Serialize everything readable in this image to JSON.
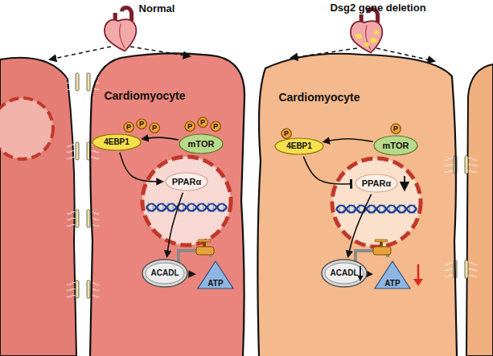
{
  "diagram": {
    "nodes": [
      {
        "text": [
          "Cardiomyocyte"
        ]
      },
      {
        "text": [
          "4EBP1"
        ],
        "in": 0
      },
      {
        "text": [
          "P"
        ],
        "in": 0
      },
      {
        "text": [
          "P"
        ],
        "in": 0
      },
      {
        "text": [
          "P"
        ],
        "in": 0
      },
      {
        "text": [
          "mTOR"
        ],
        "in": 0
      },
      {
        "text": [
          "P"
        ],
        "in": 0
      },
      {
        "text": [
          "P"
        ],
        "in": 0
      },
      {
        "text": [
          "P"
        ],
        "in": 0
      },
      {
        "text": [
          "PPARα"
        ],
        "in": 0
      },
      {
        "text": [
          "ACADL"
        ],
        "in": 0
      },
      {
        "text": [
          "ATP"
        ],
        "in": 0
      },
      {
        "text": [
          "Cardiomyocyte"
        ]
      },
      {
        "text": [
          "4EBP1"
        ],
        "in": 12
      },
      {
        "text": [
          "P"
        ],
        "in": 12
      },
      {
        "text": [
          "mTOR"
        ],
        "in": 12
      },
      {
        "text": [
          "P"
        ],
        "in": 12
      },
      {
        "text": [
          "PPARα"
        ],
        "in": 12
      },
      {
        "text": [
          "ACADL"
        ],
        "in": 12
      },
      {
        "text": [
          "ATP"
        ],
        "in": 12
      }
    ],
    "edges": [
      {
        "from": 5,
        "to": 1,
        "arrow": "to"
      },
      {
        "from": 1,
        "to": 9,
        "arrow": "to"
      },
      {
        "from": 9,
        "to": 10,
        "arrow": "to"
      },
      {
        "from": 10,
        "to": 11,
        "arrow": "to"
      },
      {
        "from": 15,
        "to": 13,
        "arrow": "to"
      },
      {
        "from": 13,
        "to": 17,
        "arrow": "none"
      },
      {
        "from": 17,
        "to": 18,
        "arrow": "to"
      },
      {
        "from": 18,
        "to": 19,
        "arrow": "to"
      }
    ],
    "labels": [
      "Normal",
      "Dsg2 gene deletion"
    ]
  }
}
